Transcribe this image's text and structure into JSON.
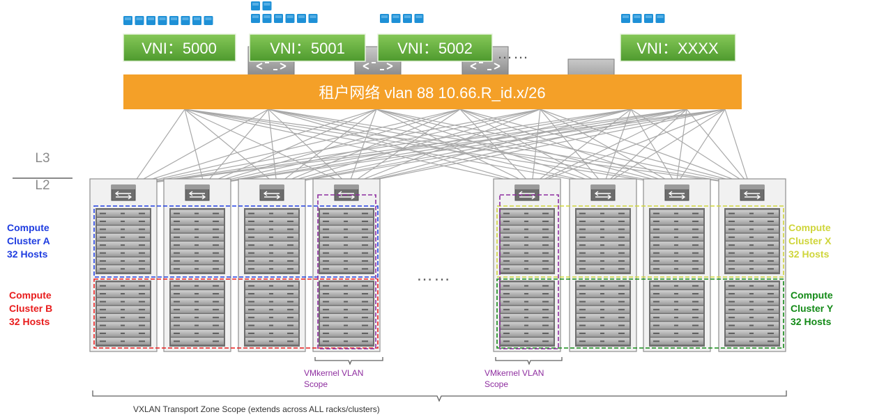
{
  "vni_labels": [
    "VNI：5000",
    "VNI：5001",
    "VNI：5002",
    "VNI：XXXX"
  ],
  "vni_ellipsis": "……",
  "tenant_network": "租户网络  vlan 88 10.66.R_id.x/26",
  "layer_top": "L3",
  "layer_bottom": "L2",
  "middle_ellipsis": "……",
  "clusters": {
    "a": {
      "line1": "Compute",
      "line2": "Cluster A",
      "line3": "32 Hosts",
      "color": "#1f3de0"
    },
    "b": {
      "line1": "Compute",
      "line2": "Cluster B",
      "line3": "32 Hosts",
      "color": "#e81c1c"
    },
    "x": {
      "line1": "Compute",
      "line2": "Cluster X",
      "line3": "32 Hosts",
      "color": "#cfd53a"
    },
    "y": {
      "line1": "Compute",
      "line2": "Cluster Y",
      "line3": "32 Hosts",
      "color": "#138a17"
    }
  },
  "vmkernel_scope": {
    "line1": "VMkernel VLAN",
    "line2": "Scope",
    "color": "#8e2d9f"
  },
  "transport_zone": "VXLAN Transport Zone Scope (extends across ALL racks/clusters)",
  "colors": {
    "vni_green": "#6bb544",
    "tenant_orange": "#f4a028",
    "vm_blue": "#1e90d6"
  }
}
